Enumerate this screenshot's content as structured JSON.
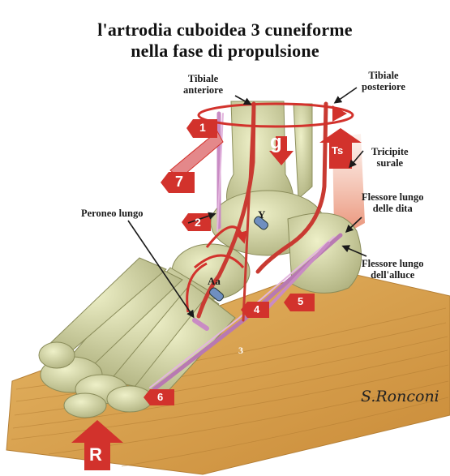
{
  "title": {
    "line1": "l'artrodia cuboidea 3 cuneiforme",
    "line2": "nella fase di propulsione"
  },
  "labels": {
    "tibiale_anteriore": [
      "Tibiale",
      "anteriore"
    ],
    "tibiale_posteriore": [
      "Tibiale",
      "posteriore"
    ],
    "tricipite_surale": [
      "Tricipite",
      "surale"
    ],
    "flessore_dita": [
      "Flessore lungo",
      "delle dita"
    ],
    "flessore_alluce": [
      "Flessore lungo",
      "dell'alluce"
    ],
    "peroneo_lungo": "Peroneo lungo",
    "y": "Y",
    "aa": "Aa",
    "g": "g",
    "ts": "Ts",
    "r": "R",
    "bone_3": "3"
  },
  "arrow_numbers": [
    "1",
    "2",
    "4",
    "5",
    "6",
    "7"
  ],
  "signature": "S.Ronconi",
  "colors": {
    "red_arrow": "#d2322c",
    "tendon_pink": "#c98bc4",
    "bone": "#d7d9a7",
    "wood": "#d9a551"
  }
}
